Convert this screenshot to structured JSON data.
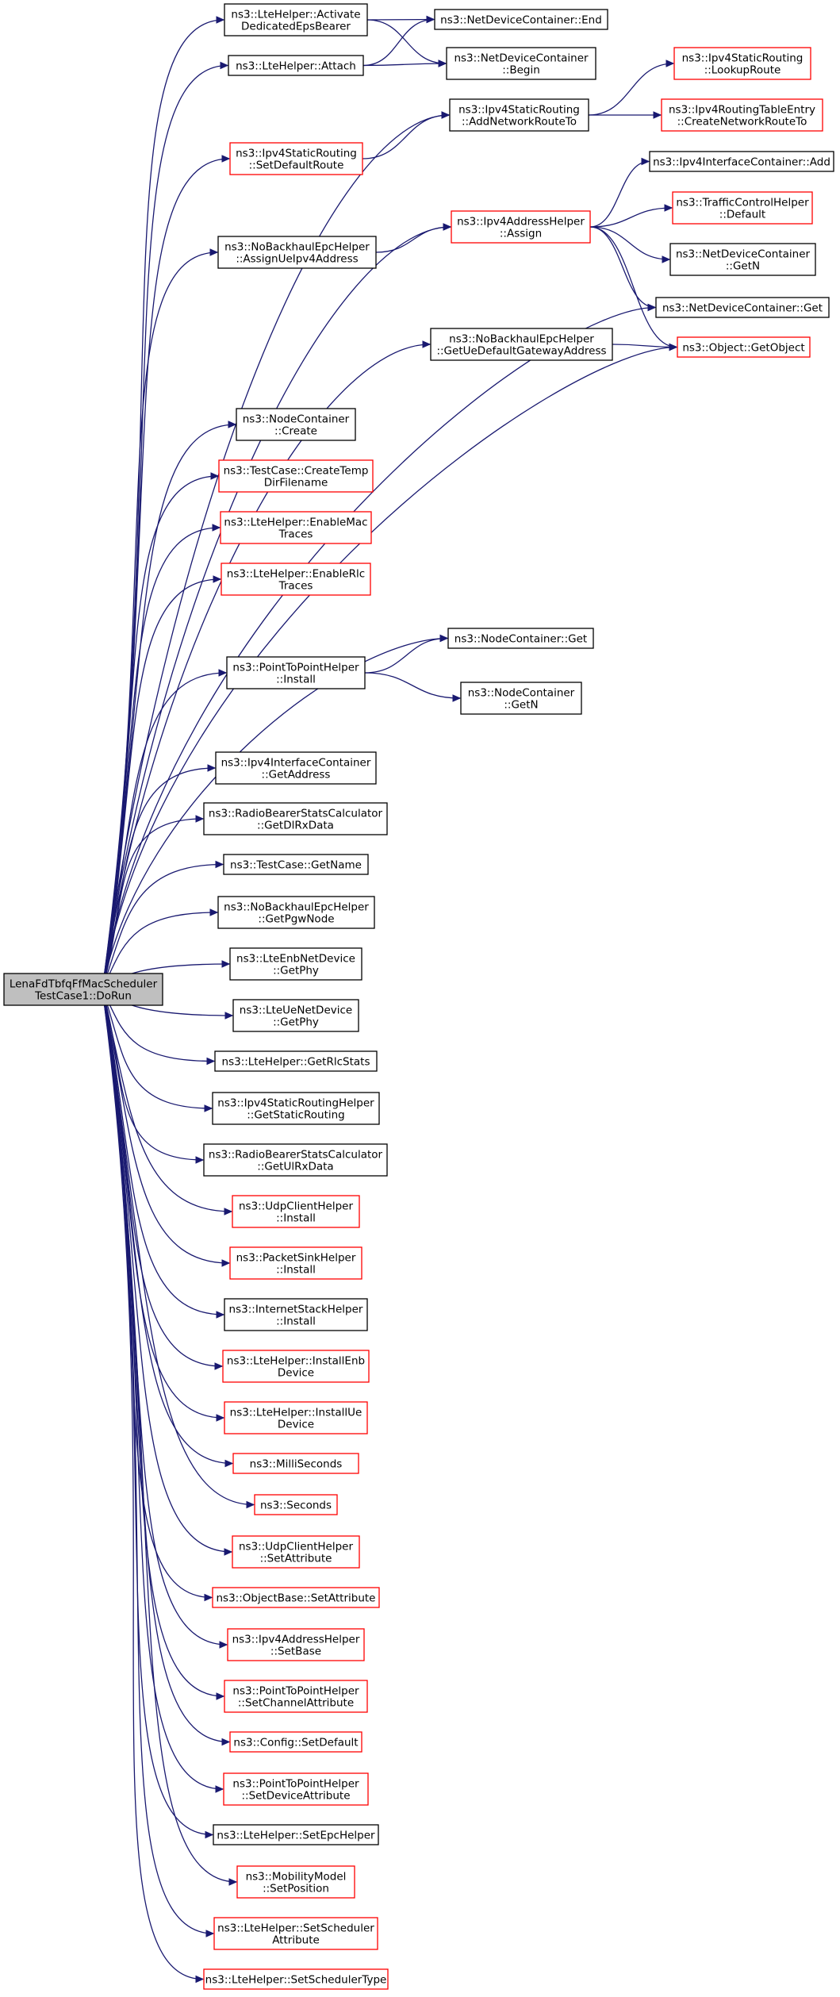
{
  "colors": {
    "edge": "#191970",
    "node_border_default": "#000000",
    "node_border_incomplete": "#ff0000",
    "root_fill": "#bfbfbf",
    "node_fill": "#ffffff"
  },
  "nodes": [
    {
      "id": "root",
      "lines": [
        "LenaFdTbfqFfMacScheduler",
        "TestCase1::DoRun"
      ],
      "color": "gray"
    },
    {
      "id": "n1",
      "lines": [
        "ns3::LteHelper::Activate",
        "DedicatedEpsBearer"
      ],
      "color": "black"
    },
    {
      "id": "n2",
      "lines": [
        "ns3::NetDeviceContainer::End"
      ],
      "color": "black"
    },
    {
      "id": "n3",
      "lines": [
        "ns3::NetDeviceContainer",
        "::Begin"
      ],
      "color": "black"
    },
    {
      "id": "n4",
      "lines": [
        "ns3::LteHelper::Attach"
      ],
      "color": "black"
    },
    {
      "id": "n5",
      "lines": [
        "ns3::Ipv4StaticRouting",
        "::AddNetworkRouteTo"
      ],
      "color": "black"
    },
    {
      "id": "n6",
      "lines": [
        "ns3::Ipv4StaticRouting",
        "::LookupRoute"
      ],
      "color": "red"
    },
    {
      "id": "n7",
      "lines": [
        "ns3::Ipv4RoutingTableEntry",
        "::CreateNetworkRouteTo"
      ],
      "color": "red"
    },
    {
      "id": "n8",
      "lines": [
        "ns3::Ipv4StaticRouting",
        "::SetDefaultRoute"
      ],
      "color": "red"
    },
    {
      "id": "n9",
      "lines": [
        "ns3::Ipv4AddressHelper",
        "::Assign"
      ],
      "color": "red"
    },
    {
      "id": "n10",
      "lines": [
        "ns3::Ipv4InterfaceContainer::Add"
      ],
      "color": "black"
    },
    {
      "id": "n11",
      "lines": [
        "ns3::TrafficControlHelper",
        "::Default"
      ],
      "color": "red"
    },
    {
      "id": "n12",
      "lines": [
        "ns3::NetDeviceContainer",
        "::GetN"
      ],
      "color": "black"
    },
    {
      "id": "n13",
      "lines": [
        "ns3::NetDeviceContainer::Get"
      ],
      "color": "black"
    },
    {
      "id": "n14",
      "lines": [
        "ns3::Object::GetObject"
      ],
      "color": "red"
    },
    {
      "id": "n15",
      "lines": [
        "ns3::NoBackhaulEpcHelper",
        "::AssignUeIpv4Address"
      ],
      "color": "black"
    },
    {
      "id": "n16",
      "lines": [
        "ns3::NoBackhaulEpcHelper",
        "::GetUeDefaultGatewayAddress"
      ],
      "color": "black"
    },
    {
      "id": "n17",
      "lines": [
        "ns3::NodeContainer",
        "::Create"
      ],
      "color": "black"
    },
    {
      "id": "n18",
      "lines": [
        "ns3::TestCase::CreateTemp",
        "DirFilename"
      ],
      "color": "red"
    },
    {
      "id": "n19",
      "lines": [
        "ns3::LteHelper::EnableMac",
        "Traces"
      ],
      "color": "red"
    },
    {
      "id": "n20",
      "lines": [
        "ns3::LteHelper::EnableRlc",
        "Traces"
      ],
      "color": "red"
    },
    {
      "id": "n21",
      "lines": [
        "ns3::NodeContainer::Get"
      ],
      "color": "black"
    },
    {
      "id": "n22",
      "lines": [
        "ns3::PointToPointHelper",
        "::Install"
      ],
      "color": "black"
    },
    {
      "id": "n23",
      "lines": [
        "ns3::NodeContainer",
        "::GetN"
      ],
      "color": "black"
    },
    {
      "id": "n24",
      "lines": [
        "ns3::Ipv4InterfaceContainer",
        "::GetAddress"
      ],
      "color": "black"
    },
    {
      "id": "n25",
      "lines": [
        "ns3::RadioBearerStatsCalculator",
        "::GetDlRxData"
      ],
      "color": "black"
    },
    {
      "id": "n26",
      "lines": [
        "ns3::TestCase::GetName"
      ],
      "color": "black"
    },
    {
      "id": "n27",
      "lines": [
        "ns3::NoBackhaulEpcHelper",
        "::GetPgwNode"
      ],
      "color": "black"
    },
    {
      "id": "n28",
      "lines": [
        "ns3::LteEnbNetDevice",
        "::GetPhy"
      ],
      "color": "black"
    },
    {
      "id": "n29",
      "lines": [
        "ns3::LteUeNetDevice",
        "::GetPhy"
      ],
      "color": "black"
    },
    {
      "id": "n30",
      "lines": [
        "ns3::LteHelper::GetRlcStats"
      ],
      "color": "black"
    },
    {
      "id": "n31",
      "lines": [
        "ns3::Ipv4StaticRoutingHelper",
        "::GetStaticRouting"
      ],
      "color": "black"
    },
    {
      "id": "n32",
      "lines": [
        "ns3::RadioBearerStatsCalculator",
        "::GetUlRxData"
      ],
      "color": "black"
    },
    {
      "id": "n33",
      "lines": [
        "ns3::UdpClientHelper",
        "::Install"
      ],
      "color": "red"
    },
    {
      "id": "n34",
      "lines": [
        "ns3::PacketSinkHelper",
        "::Install"
      ],
      "color": "red"
    },
    {
      "id": "n35",
      "lines": [
        "ns3::InternetStackHelper",
        "::Install"
      ],
      "color": "black"
    },
    {
      "id": "n36",
      "lines": [
        "ns3::LteHelper::InstallEnb",
        "Device"
      ],
      "color": "red"
    },
    {
      "id": "n37",
      "lines": [
        "ns3::LteHelper::InstallUe",
        "Device"
      ],
      "color": "red"
    },
    {
      "id": "n38",
      "lines": [
        "ns3::MilliSeconds"
      ],
      "color": "red"
    },
    {
      "id": "n39",
      "lines": [
        "ns3::Seconds"
      ],
      "color": "red"
    },
    {
      "id": "n40",
      "lines": [
        "ns3::UdpClientHelper",
        "::SetAttribute"
      ],
      "color": "red"
    },
    {
      "id": "n41",
      "lines": [
        "ns3::ObjectBase::SetAttribute"
      ],
      "color": "red"
    },
    {
      "id": "n42",
      "lines": [
        "ns3::Ipv4AddressHelper",
        "::SetBase"
      ],
      "color": "red"
    },
    {
      "id": "n43",
      "lines": [
        "ns3::PointToPointHelper",
        "::SetChannelAttribute"
      ],
      "color": "red"
    },
    {
      "id": "n44",
      "lines": [
        "ns3::Config::SetDefault"
      ],
      "color": "red"
    },
    {
      "id": "n45",
      "lines": [
        "ns3::PointToPointHelper",
        "::SetDeviceAttribute"
      ],
      "color": "red"
    },
    {
      "id": "n46",
      "lines": [
        "ns3::LteHelper::SetEpcHelper"
      ],
      "color": "black"
    },
    {
      "id": "n47",
      "lines": [
        "ns3::MobilityModel",
        "::SetPosition"
      ],
      "color": "red"
    },
    {
      "id": "n48",
      "lines": [
        "ns3::LteHelper::SetScheduler",
        "Attribute"
      ],
      "color": "red"
    },
    {
      "id": "n49",
      "lines": [
        "ns3::LteHelper::SetSchedulerType"
      ],
      "color": "red"
    }
  ],
  "edges": [
    [
      "root",
      "n1"
    ],
    [
      "root",
      "n4"
    ],
    [
      "root",
      "n5"
    ],
    [
      "root",
      "n8"
    ],
    [
      "root",
      "n9"
    ],
    [
      "root",
      "n15"
    ],
    [
      "root",
      "n13"
    ],
    [
      "root",
      "n16"
    ],
    [
      "root",
      "n14"
    ],
    [
      "root",
      "n17"
    ],
    [
      "root",
      "n18"
    ],
    [
      "root",
      "n19"
    ],
    [
      "root",
      "n20"
    ],
    [
      "root",
      "n21"
    ],
    [
      "root",
      "n22"
    ],
    [
      "root",
      "n24"
    ],
    [
      "root",
      "n25"
    ],
    [
      "root",
      "n26"
    ],
    [
      "root",
      "n27"
    ],
    [
      "root",
      "n28"
    ],
    [
      "root",
      "n29"
    ],
    [
      "root",
      "n30"
    ],
    [
      "root",
      "n31"
    ],
    [
      "root",
      "n32"
    ],
    [
      "root",
      "n33"
    ],
    [
      "root",
      "n34"
    ],
    [
      "root",
      "n35"
    ],
    [
      "root",
      "n36"
    ],
    [
      "root",
      "n37"
    ],
    [
      "root",
      "n38"
    ],
    [
      "root",
      "n39"
    ],
    [
      "root",
      "n40"
    ],
    [
      "root",
      "n41"
    ],
    [
      "root",
      "n42"
    ],
    [
      "root",
      "n43"
    ],
    [
      "root",
      "n44"
    ],
    [
      "root",
      "n45"
    ],
    [
      "root",
      "n46"
    ],
    [
      "root",
      "n47"
    ],
    [
      "root",
      "n48"
    ],
    [
      "root",
      "n49"
    ],
    [
      "n1",
      "n2"
    ],
    [
      "n1",
      "n3"
    ],
    [
      "n4",
      "n2"
    ],
    [
      "n4",
      "n3"
    ],
    [
      "n5",
      "n6"
    ],
    [
      "n5",
      "n7"
    ],
    [
      "n8",
      "n5"
    ],
    [
      "n9",
      "n10"
    ],
    [
      "n9",
      "n11"
    ],
    [
      "n9",
      "n12"
    ],
    [
      "n9",
      "n13"
    ],
    [
      "n9",
      "n14"
    ],
    [
      "n15",
      "n9"
    ],
    [
      "n16",
      "n14"
    ],
    [
      "n22",
      "n21"
    ],
    [
      "n22",
      "n23"
    ]
  ]
}
